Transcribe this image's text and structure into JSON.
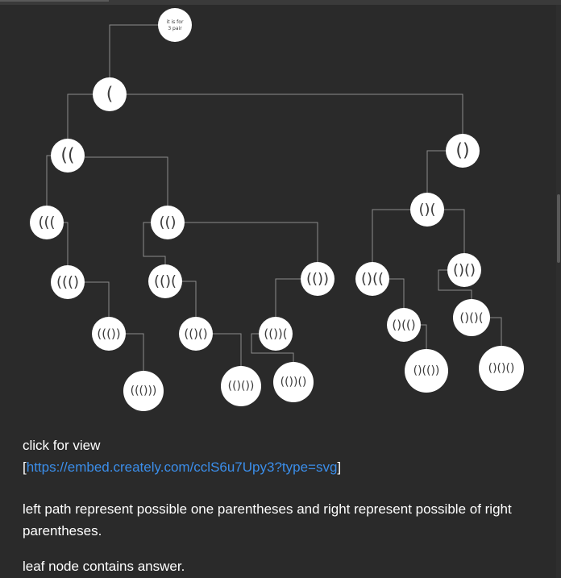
{
  "tree": {
    "nodes": [
      {
        "id": "root",
        "label": "it is for 3 pair"
      },
      {
        "id": "n1",
        "label": "("
      },
      {
        "id": "n2",
        "label": "(("
      },
      {
        "id": "n3",
        "label": "()"
      },
      {
        "id": "n4",
        "label": "((("
      },
      {
        "id": "n5",
        "label": "(()"
      },
      {
        "id": "n6",
        "label": "()("
      },
      {
        "id": "n7",
        "label": "((()"
      },
      {
        "id": "n8",
        "label": "(()("
      },
      {
        "id": "n9",
        "label": "(())"
      },
      {
        "id": "n10",
        "label": "()(("
      },
      {
        "id": "n11",
        "label": "()()"
      },
      {
        "id": "n12",
        "label": "((())"
      },
      {
        "id": "n13",
        "label": "(()()"
      },
      {
        "id": "n14",
        "label": "(())("
      },
      {
        "id": "n15",
        "label": "()(()"
      },
      {
        "id": "n16",
        "label": "()()("
      },
      {
        "id": "n17",
        "label": "((()))"
      },
      {
        "id": "n18",
        "label": "(()())"
      },
      {
        "id": "n19",
        "label": "(())()"
      },
      {
        "id": "n20",
        "label": "()(())"
      },
      {
        "id": "n21",
        "label": "()()()"
      }
    ],
    "edges": [
      [
        "root",
        "n1"
      ],
      [
        "n1",
        "n2"
      ],
      [
        "n1",
        "n3"
      ],
      [
        "n2",
        "n4"
      ],
      [
        "n2",
        "n5"
      ],
      [
        "n3",
        "n6"
      ],
      [
        "n4",
        "n7"
      ],
      [
        "n5",
        "n8"
      ],
      [
        "n5",
        "n9"
      ],
      [
        "n6",
        "n10"
      ],
      [
        "n6",
        "n11"
      ],
      [
        "n7",
        "n12"
      ],
      [
        "n8",
        "n13"
      ],
      [
        "n9",
        "n14"
      ],
      [
        "n10",
        "n15"
      ],
      [
        "n11",
        "n16"
      ],
      [
        "n12",
        "n17"
      ],
      [
        "n13",
        "n18"
      ],
      [
        "n14",
        "n19"
      ],
      [
        "n15",
        "n20"
      ],
      [
        "n16",
        "n21"
      ]
    ]
  },
  "text": {
    "click_label": "click for view",
    "link_open": "[",
    "link_url": "https://embed.creately.com/cclS6u7Upy3?type=svg",
    "link_close": "]",
    "paragraph1": "left path represent possible one parentheses and right represent possible of right parentheses.",
    "paragraph2": "leaf node contains answer."
  },
  "colors": {
    "background": "#2a2a2a",
    "node_fill": "#ffffff",
    "edge": "#8c8c8c",
    "link": "#3b8eea"
  }
}
